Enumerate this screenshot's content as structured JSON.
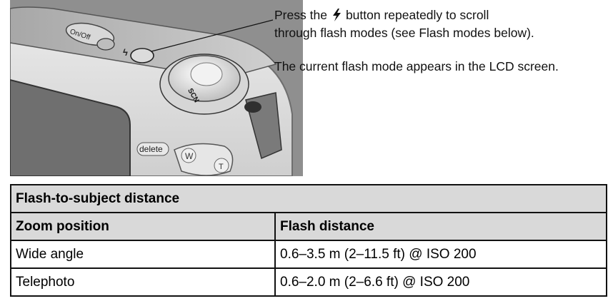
{
  "callouts": {
    "line1_before": "Press the",
    "line1_after": "button repeatedly to scroll",
    "line2": "through flash modes (see Flash modes below).",
    "line3": "The current flash mode appears in the LCD screen.",
    "flash_icon": "lightning-bolt-icon"
  },
  "camera": {
    "on_off_label": "On/Off",
    "delete_label": "delete",
    "wide_label": "W",
    "tele_label": "T",
    "scene_label": "SCN"
  },
  "table": {
    "title": "Flash-to-subject distance",
    "headers": [
      "Zoom position",
      "Flash distance"
    ],
    "rows": [
      [
        "Wide angle",
        "0.6–3.5 m (2–11.5 ft) @ ISO 200"
      ],
      [
        "Telephoto",
        "0.6–2.0 m (2–6.6 ft) @ ISO 200"
      ]
    ]
  }
}
